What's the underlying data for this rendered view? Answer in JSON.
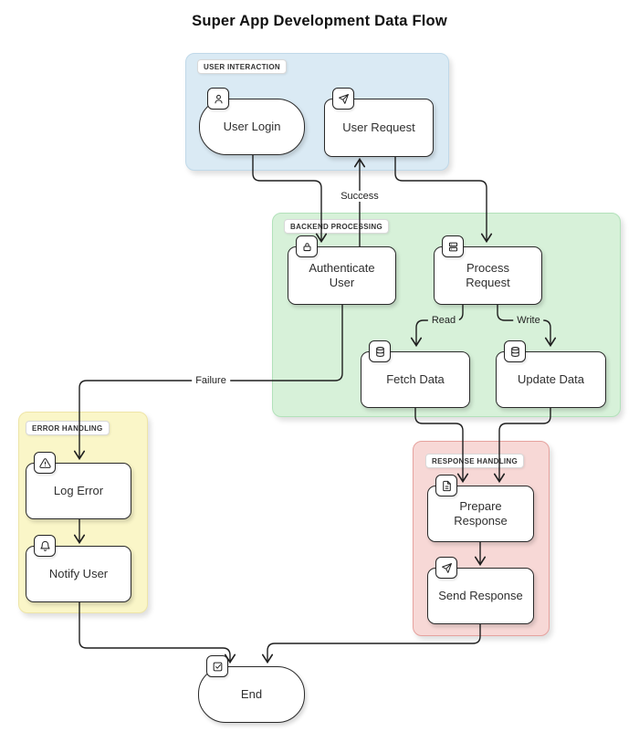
{
  "title": "Super App Development Data Flow",
  "groups": {
    "user_interaction": {
      "label": "USER INTERACTION"
    },
    "backend_processing": {
      "label": "BACKEND PROCESSING"
    },
    "error_handling": {
      "label": "ERROR HANDLING"
    },
    "response_handling": {
      "label": "RESPONSE HANDLING"
    }
  },
  "nodes": {
    "user_login": {
      "label": "User Login",
      "icon": "user",
      "shape": "stadium"
    },
    "user_request": {
      "label": "User Request",
      "icon": "send",
      "shape": "rect"
    },
    "authenticate_user": {
      "label": "Authenticate User",
      "icon": "lock",
      "shape": "rect"
    },
    "process_request": {
      "label": "Process Request",
      "icon": "server",
      "shape": "rect"
    },
    "fetch_data": {
      "label": "Fetch Data",
      "icon": "database",
      "shape": "rect"
    },
    "update_data": {
      "label": "Update Data",
      "icon": "database",
      "shape": "rect"
    },
    "log_error": {
      "label": "Log Error",
      "icon": "alert-triangle",
      "shape": "rect"
    },
    "notify_user": {
      "label": "Notify User",
      "icon": "bell",
      "shape": "rect"
    },
    "prepare_response": {
      "label": "Prepare Response",
      "icon": "file-text",
      "shape": "rect"
    },
    "send_response": {
      "label": "Send Response",
      "icon": "send",
      "shape": "rect"
    },
    "end": {
      "label": "End",
      "icon": "check-square",
      "shape": "stadium"
    }
  },
  "edges": [
    {
      "from": "user_login",
      "to": "authenticate_user",
      "label": ""
    },
    {
      "from": "authenticate_user",
      "to": "user_request",
      "label": "Success"
    },
    {
      "from": "user_request",
      "to": "process_request",
      "label": ""
    },
    {
      "from": "process_request",
      "to": "fetch_data",
      "label": "Read"
    },
    {
      "from": "process_request",
      "to": "update_data",
      "label": "Write"
    },
    {
      "from": "fetch_data",
      "to": "prepare_response",
      "label": ""
    },
    {
      "from": "update_data",
      "to": "prepare_response",
      "label": ""
    },
    {
      "from": "prepare_response",
      "to": "send_response",
      "label": ""
    },
    {
      "from": "send_response",
      "to": "end",
      "label": ""
    },
    {
      "from": "authenticate_user",
      "to": "log_error",
      "label": "Failure"
    },
    {
      "from": "log_error",
      "to": "notify_user",
      "label": ""
    },
    {
      "from": "notify_user",
      "to": "end",
      "label": ""
    }
  ],
  "edge_labels": {
    "success": "Success",
    "failure": "Failure",
    "read": "Read",
    "write": "Write"
  },
  "colors": {
    "canvas": "#ffffff",
    "stroke": "#1f1f1f",
    "node_fill": "#ffffff",
    "node_border": "#2a2a2a",
    "text": "#2f2f2f",
    "group_blue_fill": "#daeaf4",
    "group_blue_border": "#c0d9e9",
    "group_green_fill": "#d7f1d9",
    "group_green_border": "#b2e2ba",
    "group_yellow_fill": "#faf6c8",
    "group_yellow_border": "#eee5a7",
    "group_pink_fill": "#f7d8d6",
    "group_pink_border": "#e6a29e"
  }
}
